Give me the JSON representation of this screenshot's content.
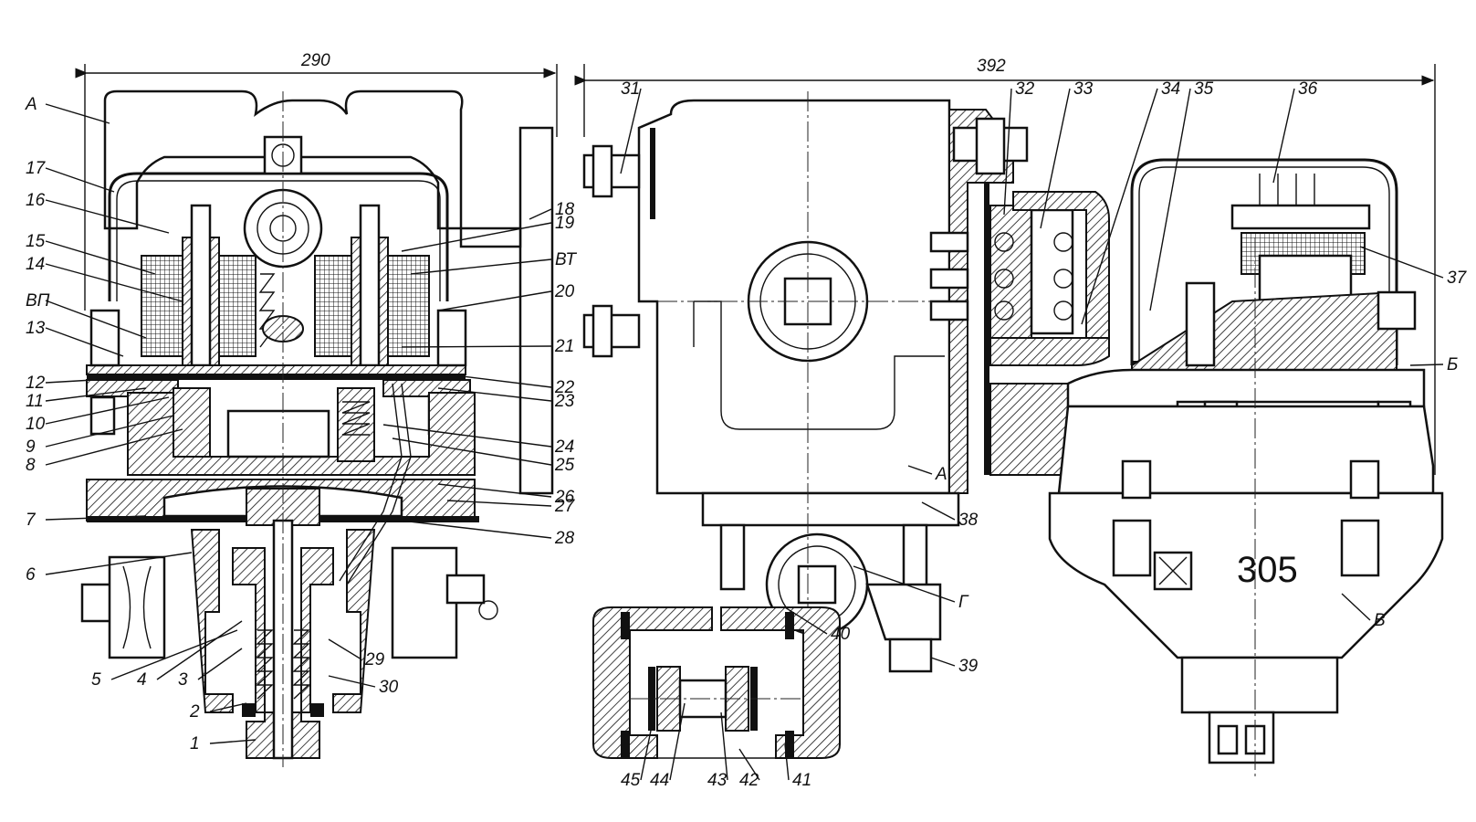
{
  "title": "",
  "dimensions": {
    "left_width": "290",
    "right_width": "392"
  },
  "stamp_number": "305",
  "labels": {
    "left": [
      "A",
      "17",
      "16",
      "15",
      "14",
      "ВП",
      "13",
      "12",
      "11",
      "10",
      "9",
      "8",
      "7",
      "6",
      "5",
      "4",
      "3",
      "2",
      "1",
      "18",
      "19",
      "ВТ",
      "20",
      "21",
      "22",
      "23",
      "24",
      "25",
      "26",
      "27",
      "28",
      "29",
      "30"
    ],
    "right": [
      "31",
      "32",
      "33",
      "34",
      "35",
      "36",
      "37",
      "Б",
      "А",
      "38",
      "Г",
      "39",
      "40",
      "В"
    ],
    "bottom_valve": [
      "45",
      "44",
      "43",
      "42",
      "41"
    ]
  }
}
